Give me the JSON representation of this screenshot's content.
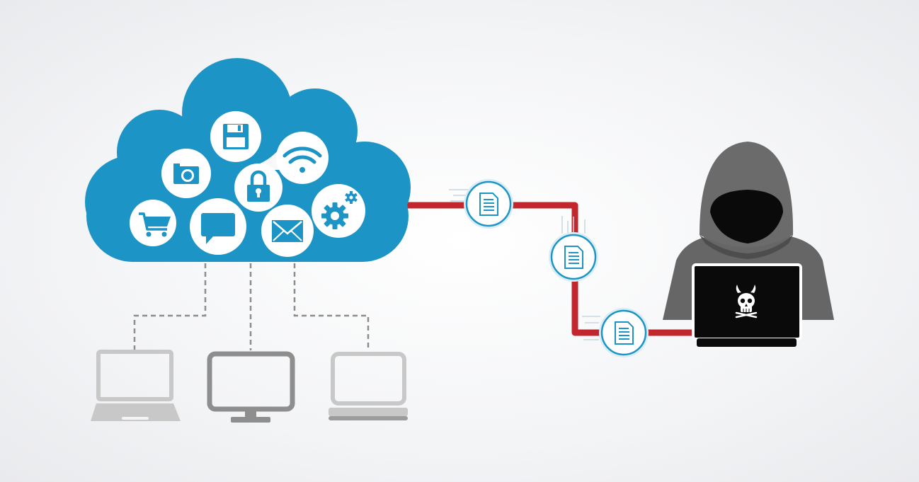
{
  "colors": {
    "cloud": "#1d94c6",
    "icon_fill": "#ffffff",
    "icon_glyph": "#1d94c6",
    "exfil_line": "#c1272d",
    "dashed_line": "#8d8d8d",
    "device_light": "#c8c8c8",
    "device_dark": "#8e8e8e",
    "hood": "#666666",
    "hood_dark": "#4d4d4d",
    "laptop_black": "#0a0a0a"
  },
  "cloud": {
    "icons": [
      "floppy-disk-icon",
      "wifi-icon",
      "camera-icon",
      "padlock-icon",
      "gear-icon",
      "shopping-cart-icon",
      "chat-bubble-icon",
      "envelope-icon"
    ]
  },
  "devices": [
    "laptop",
    "desktop-monitor",
    "laptop"
  ],
  "exfiltrated_documents": 3,
  "hacker": {
    "screen_icon": "horned-skull-icon"
  }
}
